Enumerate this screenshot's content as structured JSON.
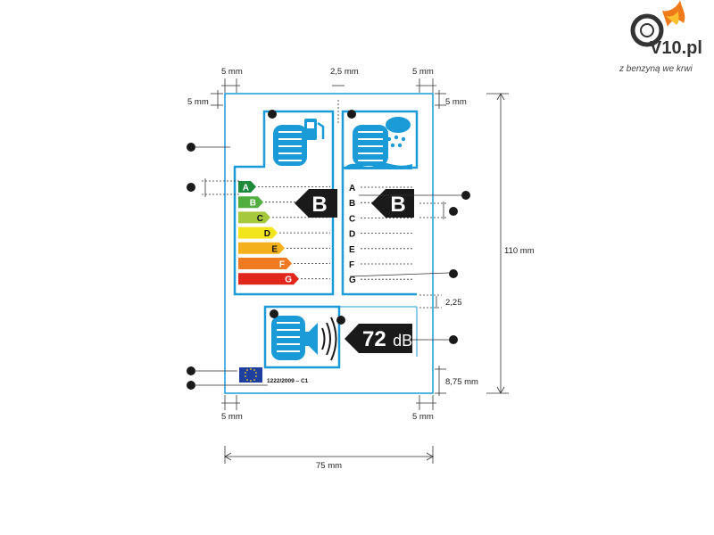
{
  "brand": {
    "logo_text": "V10.pl",
    "tagline": "z benzyną we krwi"
  },
  "dimensions": {
    "left_margin_top": "5 mm",
    "gap_top": "2,5 mm",
    "right_margin_top": "5 mm",
    "top_margin_left": "5 mm",
    "top_margin_right": "5 mm",
    "total_height": "110 mm",
    "section_gap": "2,25",
    "bottom_right": "8,75 mm",
    "left_margin_bottom": "5 mm",
    "right_margin_bottom": "5 mm",
    "total_width": "75 mm"
  },
  "fuel_efficiency": {
    "icon": "fuel-pump-tyre-icon",
    "classes": [
      "A",
      "B",
      "C",
      "D",
      "E",
      "F",
      "G"
    ],
    "class_colors": [
      "#1f8a3b",
      "#4fae3d",
      "#a6c83c",
      "#f2e51e",
      "#f5b11c",
      "#ee7a21",
      "#e1261c"
    ],
    "rating": "B"
  },
  "wet_grip": {
    "icon": "rain-cloud-tyre-icon",
    "classes": [
      "A",
      "B",
      "C",
      "D",
      "E",
      "F",
      "G"
    ],
    "rating": "B"
  },
  "noise": {
    "icon": "speaker-tyre-icon",
    "value": "72",
    "unit": "dB"
  },
  "footer": {
    "flag": "eu-flag-icon",
    "regulation": "1222/2009 – C1"
  },
  "colors": {
    "accent": "#1a9ad6",
    "arrow_black": "#1a1a1a"
  }
}
